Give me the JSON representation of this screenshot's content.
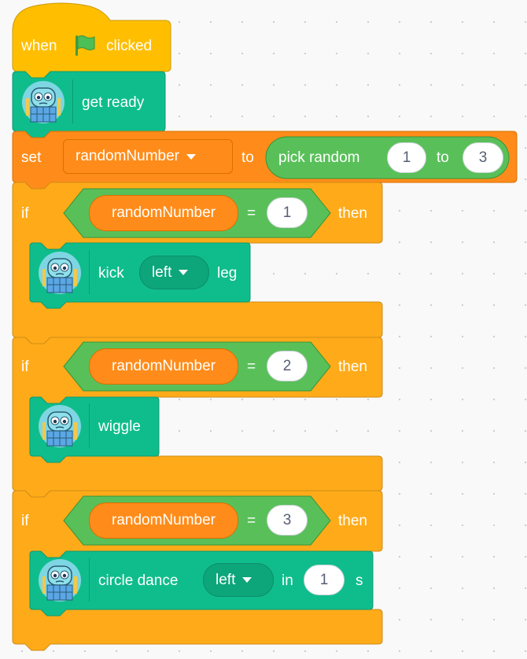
{
  "colors": {
    "events": "#FFBF00",
    "control": "#FFAB19",
    "variables": "#FF8C1A",
    "operators": "#59C059",
    "robot": "#0FBD8C"
  },
  "icons": {
    "flag": "green-flag-icon",
    "robot": "robot-icon",
    "dropdown": "dropdown-arrow-icon"
  },
  "script": {
    "hat": {
      "when": "when",
      "clicked": "clicked"
    },
    "get_ready": {
      "label": "get ready"
    },
    "set_var": {
      "set": "set",
      "variable": "randomNumber",
      "to": "to",
      "pick_random": "pick random",
      "from": "1",
      "to_word": "to",
      "to_value": "3"
    },
    "if_blocks": [
      {
        "if": "if",
        "variable": "randomNumber",
        "op": "=",
        "value": "1",
        "then": "then"
      },
      {
        "if": "if",
        "variable": "randomNumber",
        "op": "=",
        "value": "2",
        "then": "then"
      },
      {
        "if": "if",
        "variable": "randomNumber",
        "op": "=",
        "value": "3",
        "then": "then"
      }
    ],
    "kick": {
      "kick": "kick",
      "side": "left",
      "leg": "leg"
    },
    "wiggle": {
      "label": "wiggle"
    },
    "circle_dance": {
      "label": "circle dance",
      "side": "left",
      "in": "in",
      "secs": "1",
      "s": "s"
    }
  }
}
